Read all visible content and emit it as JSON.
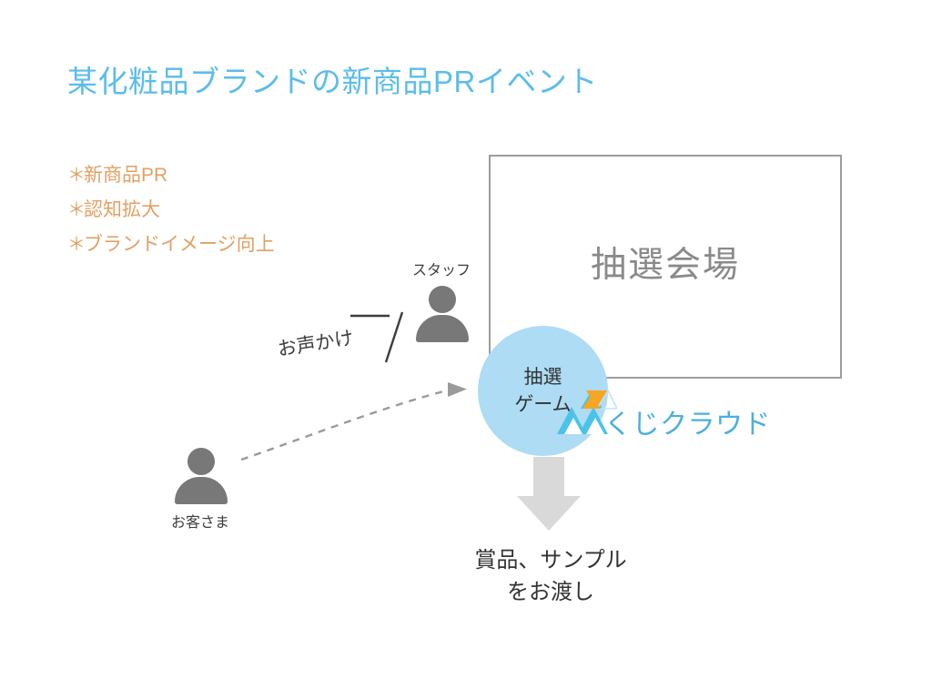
{
  "slide": {
    "background_color": "#ffffff",
    "title": "某化粧品ブランドの新商品PRイベント",
    "title_color": "#5BBDEB"
  },
  "objectives": {
    "marker": "＊",
    "color": "#E2A063",
    "items": [
      {
        "label": "新商品PR"
      },
      {
        "label": "認知拡大"
      },
      {
        "label": "ブランドイメージ向上"
      }
    ]
  },
  "venue": {
    "label": "抽選会場",
    "border_color": "#9d9d9d",
    "text_color": "#8a8a8a"
  },
  "game_circle": {
    "line1": "抽選",
    "line2": "ゲーム",
    "fill_color": "#ADDCF4",
    "text_color": "#333333"
  },
  "brand": {
    "name": "くじクラウド",
    "color": "#4BAFE0",
    "mark_colors": {
      "cyan": "#4BC3E8",
      "orange": "#F6A623",
      "outline": "#BFE3F4"
    }
  },
  "actors": {
    "staff": {
      "caption": "スタッフ",
      "icon": "person-icon",
      "color": "#787878"
    },
    "customer": {
      "caption": "お客さま",
      "icon": "person-icon",
      "color": "#787878"
    }
  },
  "flow": {
    "approach_label": "お声かけ",
    "approach_arrow": "dashed-curved-arrow-icon",
    "handover_arrow": "down-arrow-icon",
    "handover_text_line1": "賞品、サンプル",
    "handover_text_line2": "をお渡し",
    "arrow_color": "#8c8c8c",
    "down_arrow_color": "#D9D9D9"
  }
}
